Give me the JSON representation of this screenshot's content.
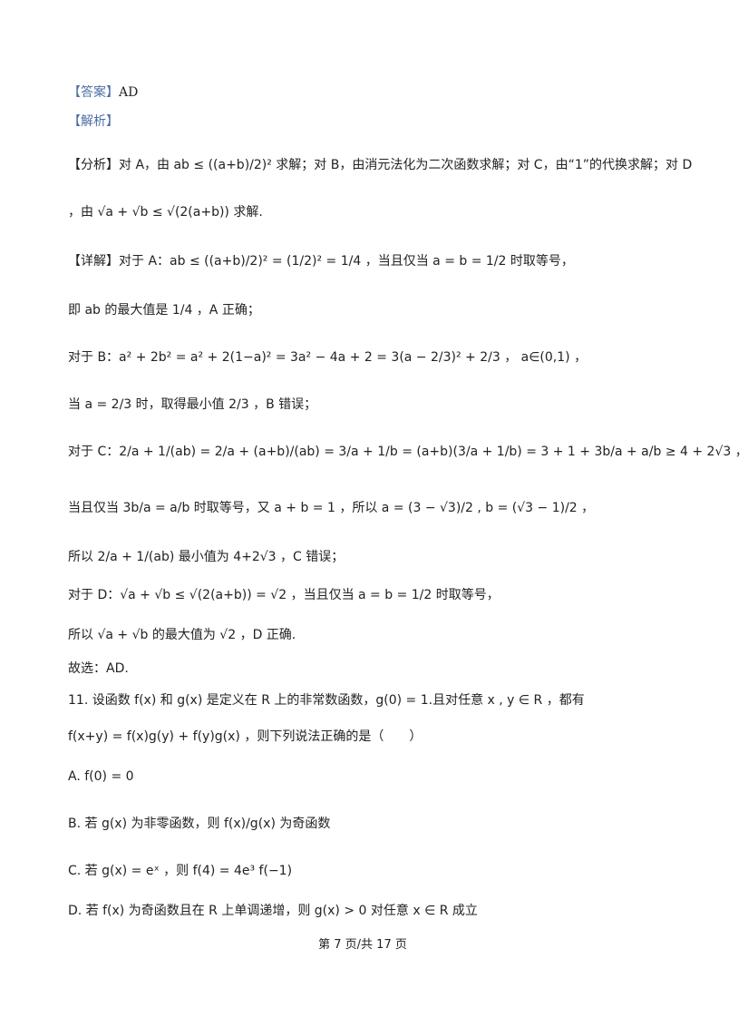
{
  "answer": {
    "label": "【答案】",
    "value": "AD"
  },
  "analysis_label": "【解析】",
  "fenxi": "【分析】对 A，由 ab ≤ ((a+b)/2)² 求解；对 B，由消元法化为二次函数求解；对 C，由“1”的代换求解；对 D",
  "fenxi_cont": "，由 √a + √b ≤ √(2(a+b)) 求解.",
  "xiangjie_a": "【详解】对于 A：ab ≤ ((a+b)/2)² = (1/2)² = 1/4 ，当且仅当 a = b = 1/2 时取等号，",
  "a_conclusion": "即 ab 的最大值是 1/4 ，A 正确；",
  "b_line": "对于 B：a² + 2b² = a² + 2(1−a)² = 3a² − 4a + 2 = 3(a − 2/3)² + 2/3 ， a∈(0,1) ，",
  "b_conclusion": "当 a = 2/3 时，取得最小值 2/3 ，B 错误；",
  "c_line": "对于 C：2/a + 1/(ab) = 2/a + (a+b)/(ab) = 3/a + 1/b = (a+b)(3/a + 1/b) = 3 + 1 + 3b/a + a/b ≥ 4 + 2√3 ，",
  "c_equality": "当且仅当 3b/a = a/b 时取等号，又 a + b = 1 ，所以 a = (3 − √3)/2 , b = (√3 − 1)/2 ，",
  "c_conclusion": "所以 2/a + 1/(ab)   最小值为 4+2√3 ，C 错误；",
  "d_line": "对于 D：√a + √b ≤ √(2(a+b)) = √2 ，当且仅当 a = b = 1/2 时取等号，",
  "d_conclusion": "所以 √a + √b 的最大值为 √2 ，D 正确.",
  "choose": "故选：AD.",
  "q11_line1": "11. 设函数 f(x) 和 g(x) 是定义在 R 上的非常数函数，g(0) = 1.且对任意 x , y ∈ R ，都有",
  "q11_line2": "f(x+y) = f(x)g(y) + f(y)g(x) ，则下列说法正确的是（　　）",
  "opt_a": "A.  f(0) = 0",
  "opt_b": "B. 若 g(x) 为非零函数，则 f(x)/g(x) 为奇函数",
  "opt_c": "C. 若 g(x) = eˣ ，则 f(4) = 4e³ f(−1)",
  "opt_d": "D. 若 f(x) 为奇函数且在 R 上单调递增，则 g(x) > 0 对任意 x ∈ R 成立",
  "footer": "第 7 页/共 17 页"
}
